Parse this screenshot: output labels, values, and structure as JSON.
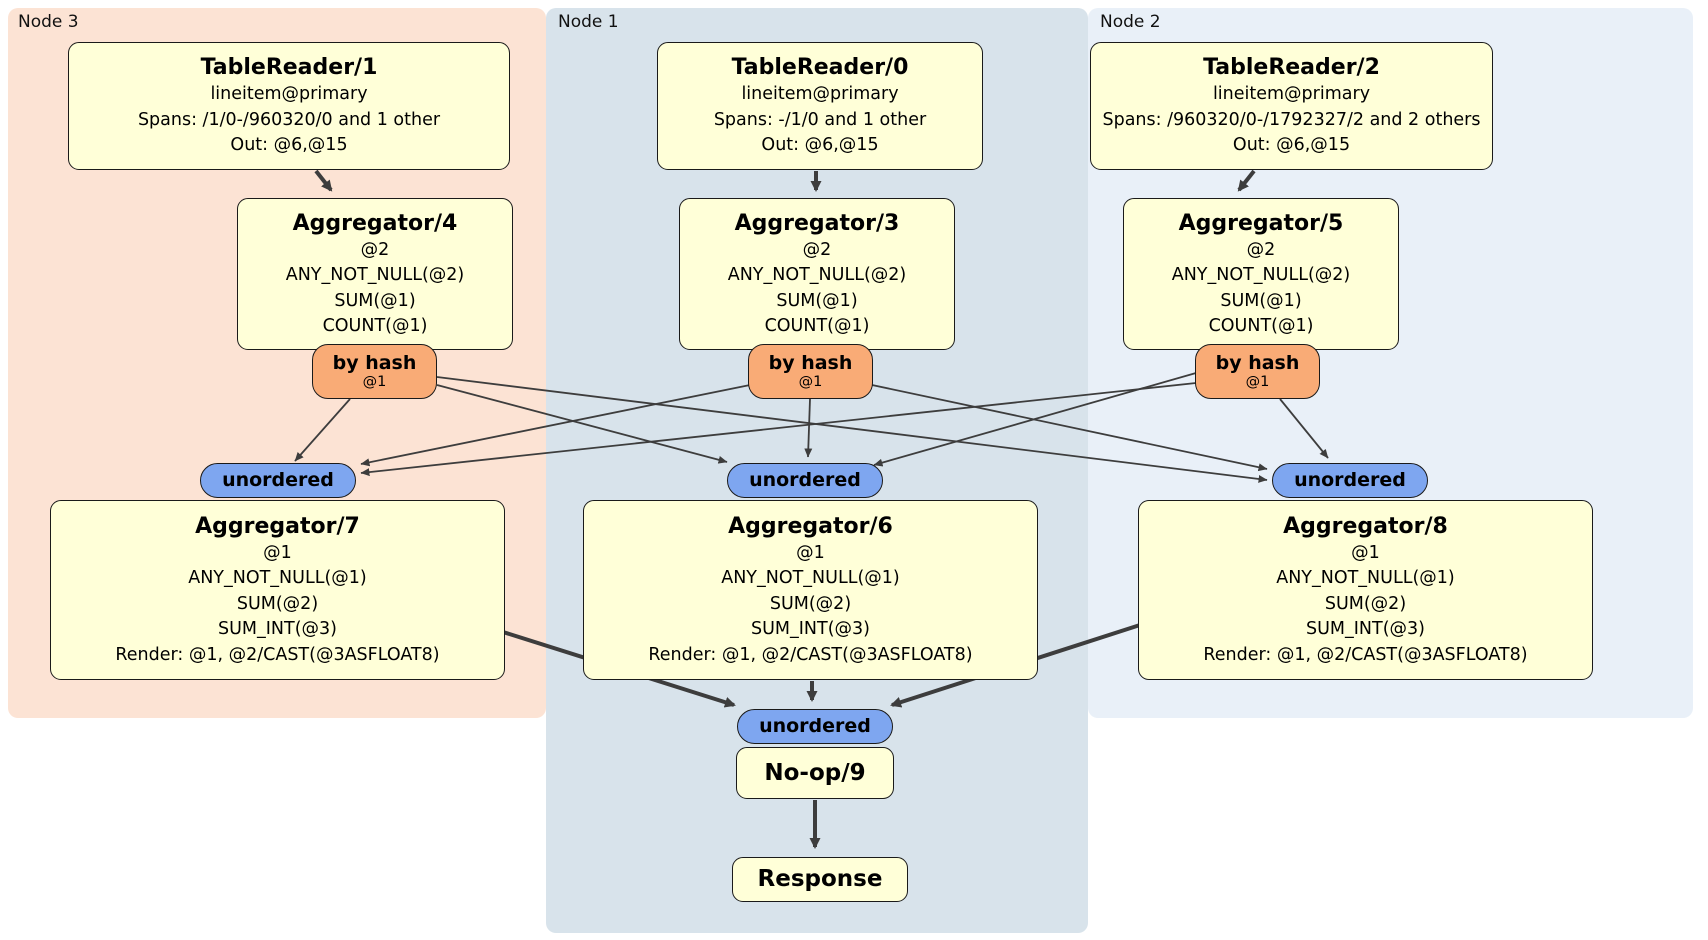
{
  "groups": [
    {
      "label": "Node 3"
    },
    {
      "label": "Node 1"
    },
    {
      "label": "Node 2"
    }
  ],
  "readers": [
    {
      "title": "TableReader/1",
      "lines": [
        "lineitem@primary",
        "Spans: /1/0-/960320/0 and 1 other",
        "Out: @6,@15"
      ]
    },
    {
      "title": "TableReader/0",
      "lines": [
        "lineitem@primary",
        "Spans: -/1/0 and 1 other",
        "Out: @6,@15"
      ]
    },
    {
      "title": "TableReader/2",
      "lines": [
        "lineitem@primary",
        "Spans: /960320/0-/1792327/2 and 2 others",
        "Out: @6,@15"
      ]
    }
  ],
  "stage1": [
    {
      "title": "Aggregator/4",
      "lines": [
        "@2",
        "ANY_NOT_NULL(@2)",
        "SUM(@1)",
        "COUNT(@1)"
      ]
    },
    {
      "title": "Aggregator/3",
      "lines": [
        "@2",
        "ANY_NOT_NULL(@2)",
        "SUM(@1)",
        "COUNT(@1)"
      ]
    },
    {
      "title": "Aggregator/5",
      "lines": [
        "@2",
        "ANY_NOT_NULL(@2)",
        "SUM(@1)",
        "COUNT(@1)"
      ]
    }
  ],
  "routers": [
    {
      "label": "by hash",
      "key": "@1"
    },
    {
      "label": "by hash",
      "key": "@1"
    },
    {
      "label": "by hash",
      "key": "@1"
    }
  ],
  "syncs": [
    {
      "label": "unordered"
    },
    {
      "label": "unordered"
    },
    {
      "label": "unordered"
    },
    {
      "label": "unordered"
    }
  ],
  "stage2": [
    {
      "title": "Aggregator/7",
      "lines": [
        "@1",
        "ANY_NOT_NULL(@1)",
        "SUM(@2)",
        "SUM_INT(@3)",
        "Render: @1, @2/CAST(@3ASFLOAT8)"
      ]
    },
    {
      "title": "Aggregator/6",
      "lines": [
        "@1",
        "ANY_NOT_NULL(@1)",
        "SUM(@2)",
        "SUM_INT(@3)",
        "Render: @1, @2/CAST(@3ASFLOAT8)"
      ]
    },
    {
      "title": "Aggregator/8",
      "lines": [
        "@1",
        "ANY_NOT_NULL(@1)",
        "SUM(@2)",
        "SUM_INT(@3)",
        "Render: @1, @2/CAST(@3ASFLOAT8)"
      ]
    }
  ],
  "noop": {
    "title": "No-op/9"
  },
  "response": {
    "title": "Response"
  },
  "colors": {
    "node3_bg": "#fce3d4",
    "node1_bg": "#d8e3eb",
    "node2_bg": "#e9f0f8",
    "processor_fill": "#ffffd8",
    "router_fill": "#f9ab76",
    "sync_fill": "#7ea6f0",
    "edge": "#3d3d3d",
    "border": "#1a1a1a"
  }
}
